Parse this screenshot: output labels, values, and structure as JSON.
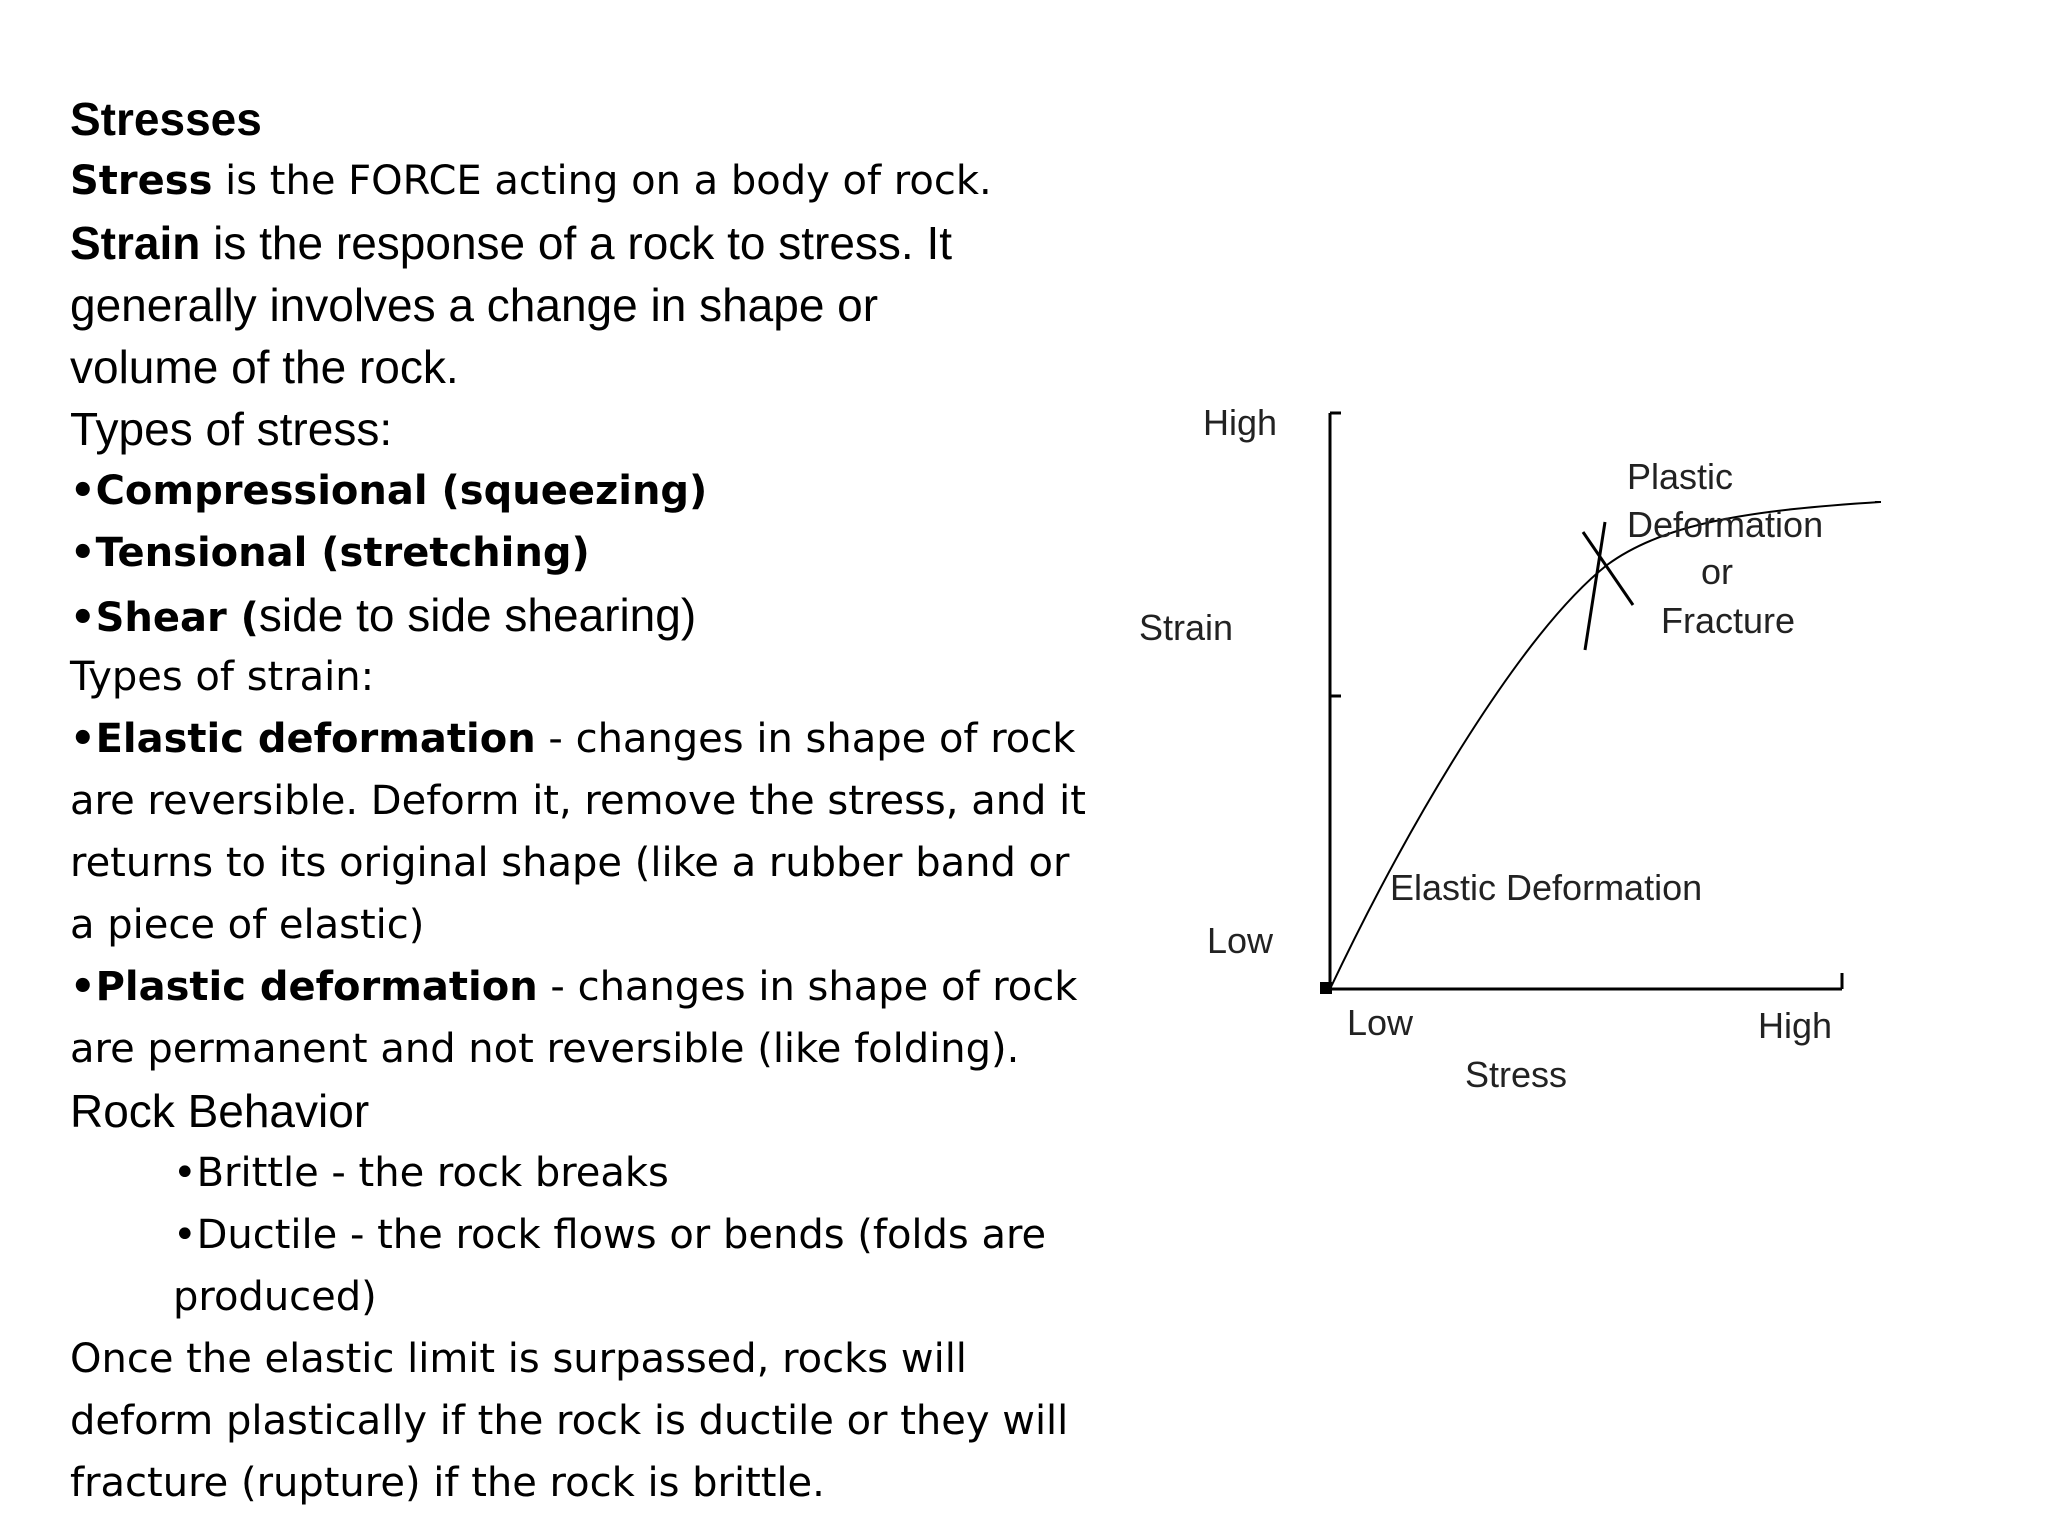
{
  "heading": "Stresses",
  "stress_def": {
    "term": "Stress",
    "rest": " is the FORCE acting on a body of rock."
  },
  "strain_def": {
    "term": "Strain",
    "line1_rest": " is the response of a rock to stress. It",
    "line2": "generally involves a change in shape or",
    "line3": "volume of the rock."
  },
  "stress_types": {
    "heading": "Types of stress:",
    "bullet": "•",
    "compressional": "Compressional (squeezing)",
    "tensional": "Tensional (stretching)",
    "shear_bold": "Shear (",
    "shear_rest": "side to side shearing)"
  },
  "strain_types": {
    "heading": "Types of strain:",
    "elastic": {
      "term": "Elastic deformation",
      "line1_rest": " - changes in shape of rock",
      "line2": "are reversible. Deform it, remove the stress, and it",
      "line3": "returns to its original shape (like a rubber band or",
      "line4": "a piece of elastic)"
    },
    "plastic": {
      "term": "Plastic deformation",
      "line1_rest": " - changes in shape of rock",
      "line2": "are permanent and not reversible (like folding)."
    }
  },
  "rock_behavior": {
    "heading": "Rock Behavior",
    "brittle": "Brittle - the rock breaks",
    "ductile_line1": "Ductile - the rock flows or bends (folds are",
    "ductile_line2": "produced)"
  },
  "conclusion": {
    "line1": "Once the elastic limit is surpassed, rocks will",
    "line2": "deform plastically if the rock is ductile or they will",
    "line3": "fracture (rupture) if the rock is brittle."
  },
  "diagram": {
    "y_high": "High",
    "y_low": "Low",
    "y_axis": "Strain",
    "x_low": "Low",
    "x_high": "High",
    "x_axis": "Stress",
    "plastic_1": "Plastic",
    "plastic_2": "Deformation",
    "plastic_3": "or",
    "plastic_4": "Fracture",
    "elastic_label": "Elastic Deformation"
  }
}
